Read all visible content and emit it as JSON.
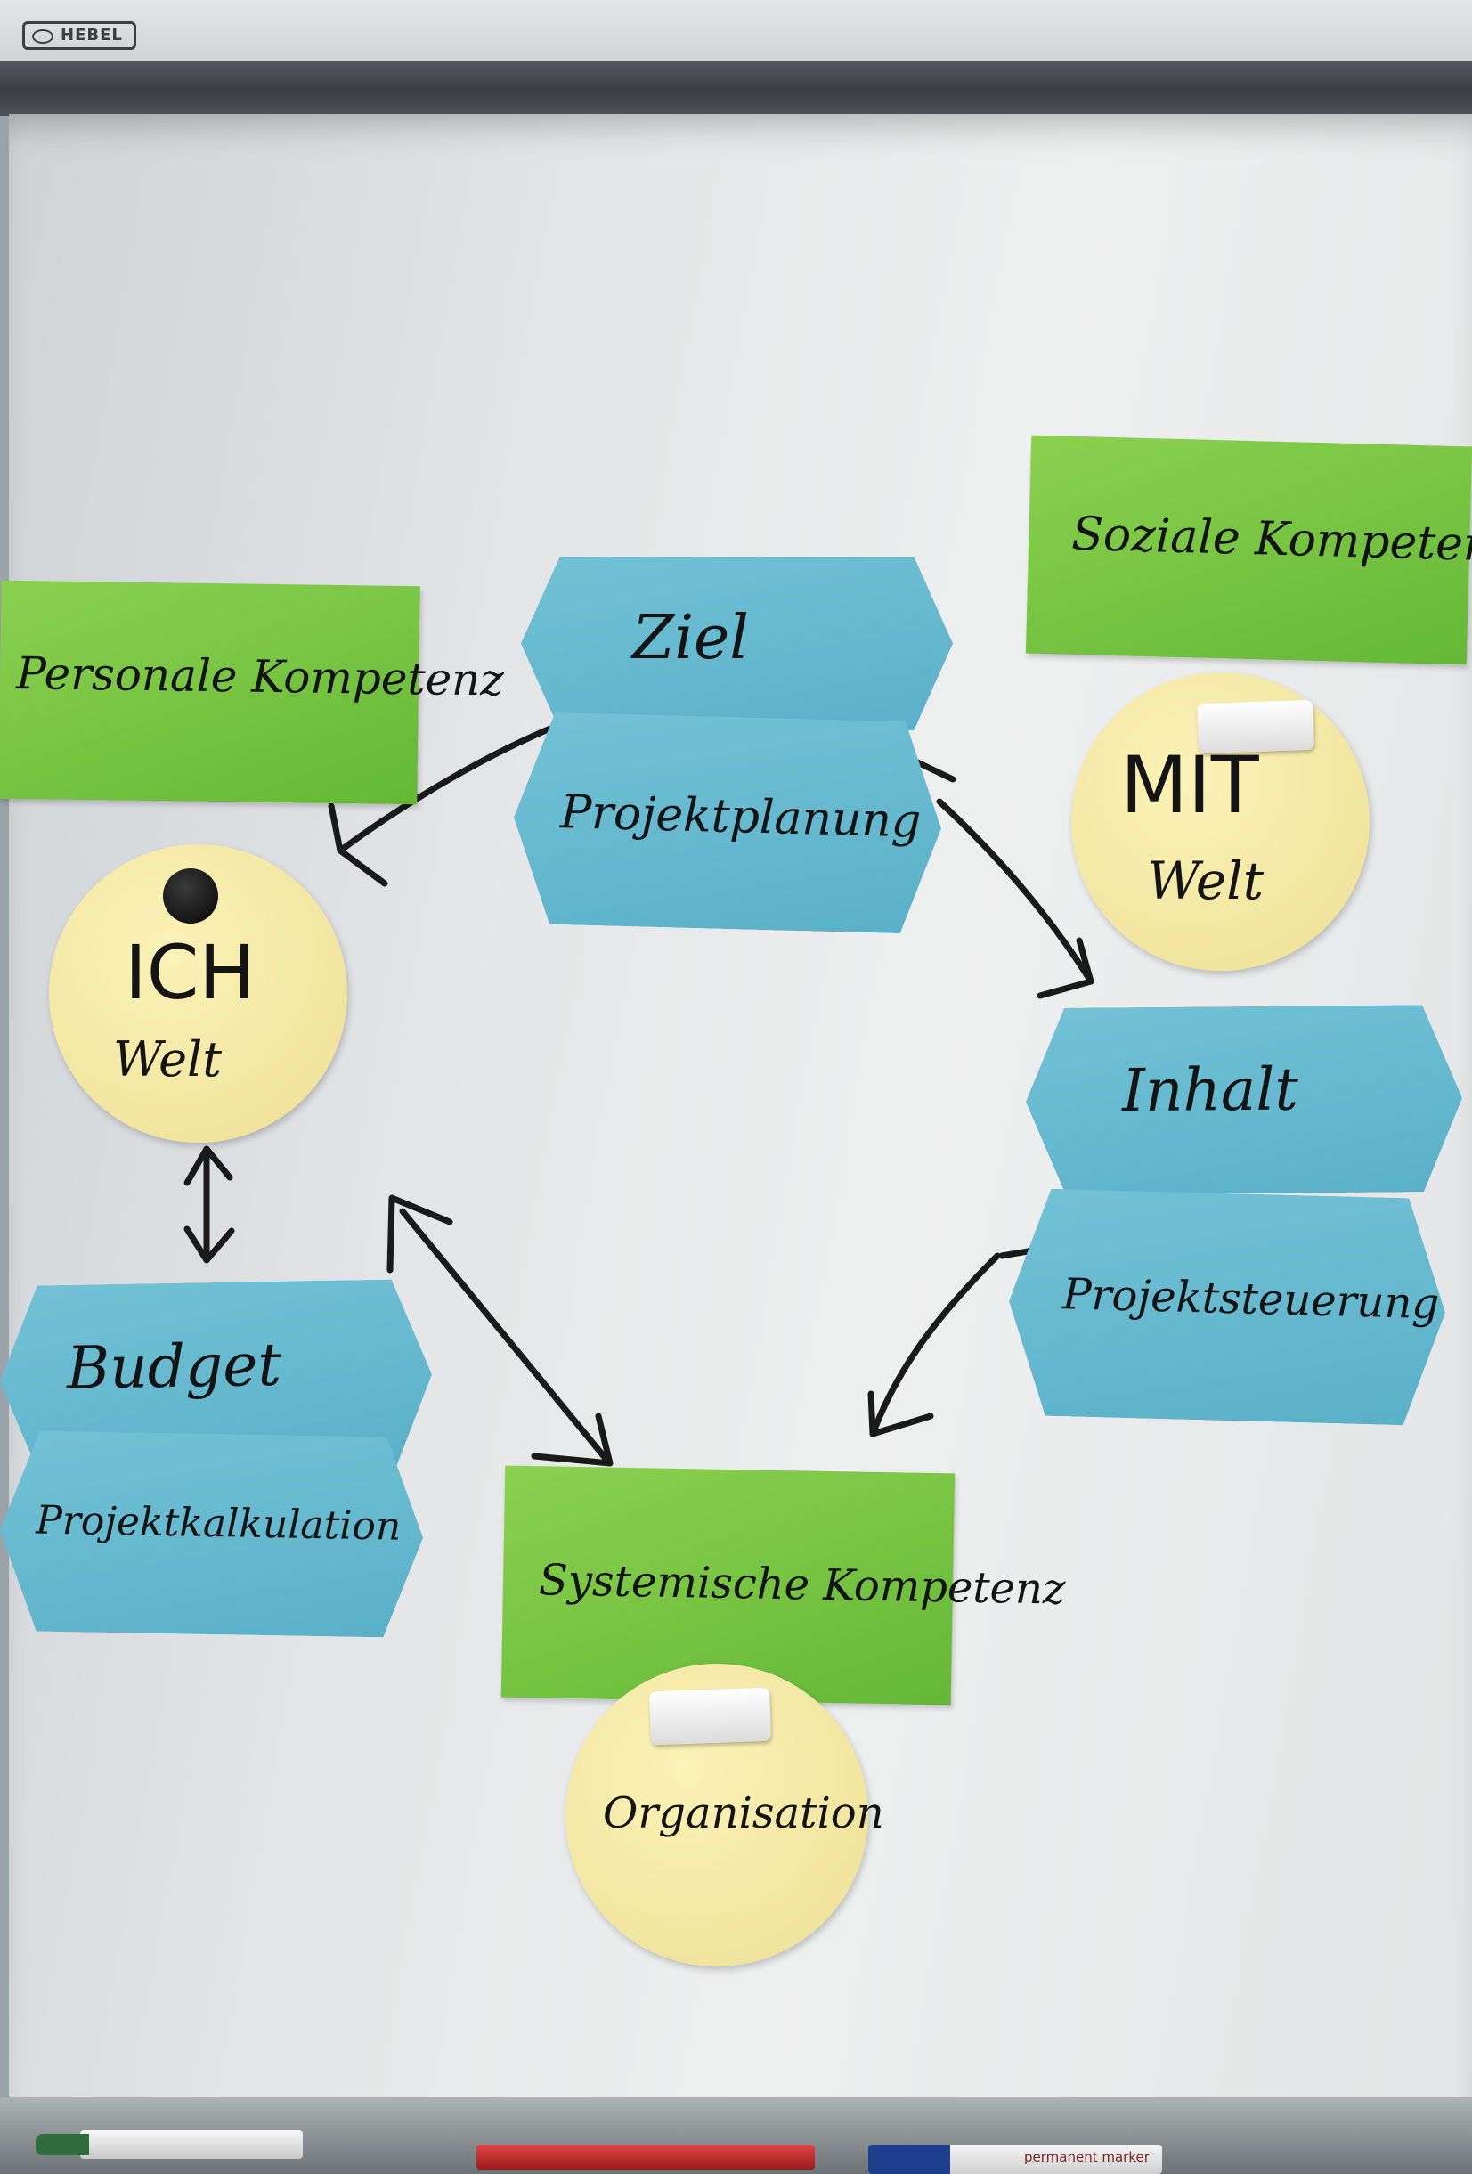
{
  "logo": {
    "text": "HEBEL"
  },
  "green_cards": [
    {
      "text": "Personale Kompetenz"
    },
    {
      "text": "Soziale Kompetenz"
    },
    {
      "text": "Systemische Kompetenz"
    }
  ],
  "blue_cards": [
    {
      "text": "Ziel"
    },
    {
      "text": "Projektplanung"
    },
    {
      "text": "Inhalt"
    },
    {
      "text": "Projektsteuerung"
    },
    {
      "text": "Budget"
    },
    {
      "text": "Projektkalkulation"
    }
  ],
  "circles": [
    {
      "title": "ICH",
      "subtitle": "Welt"
    },
    {
      "title": "MIT",
      "subtitle": "Welt"
    },
    {
      "title": "Organisation",
      "subtitle": ""
    }
  ],
  "marker_label": "permanent marker",
  "colors": {
    "green_card": "#75c443",
    "blue_card": "#66b8cf",
    "yellow_circle": "#f3e9a6",
    "ink": "#141414"
  }
}
